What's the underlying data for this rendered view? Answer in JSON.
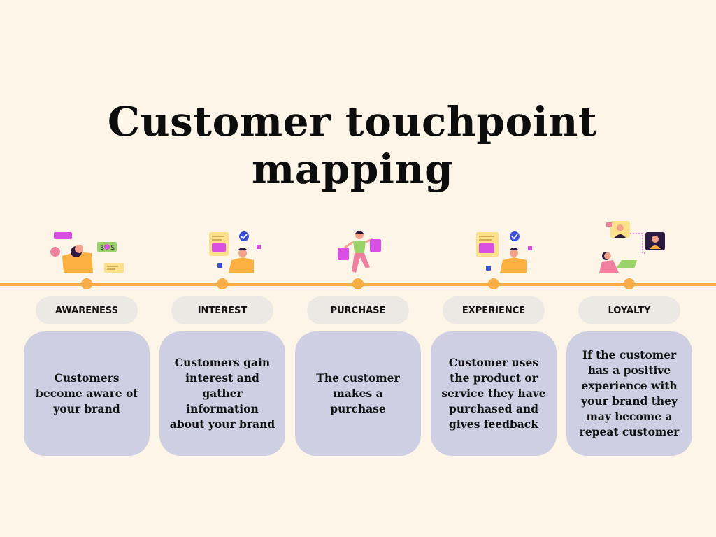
{
  "title": "Customer touchpoint mapping",
  "stages": [
    {
      "label": "AWARENESS",
      "description": "Customers become aware of your brand",
      "icon": "person-with-money-icon"
    },
    {
      "label": "INTEREST",
      "description": "Customers gain interest and gather information about your brand",
      "icon": "person-with-info-card-icon"
    },
    {
      "label": "PURCHASE",
      "description": "The customer makes a purchase",
      "icon": "person-with-shopping-bags-icon"
    },
    {
      "label": "EXPERIENCE",
      "description": "Customer uses the product or service they have purchased and gives feedback",
      "icon": "person-with-feedback-card-icon"
    },
    {
      "label": "LOYALTY",
      "description": "If the customer has a positive experience with your brand they may become a repeat customer",
      "icon": "person-with-laptop-chat-icon"
    }
  ],
  "colors": {
    "background": "#fdf5e8",
    "timeline": "#f6ad4a",
    "pill": "#ece8e3",
    "card": "#cfcfe3",
    "accent_pink": "#d94ee3",
    "accent_orange": "#fbb040"
  }
}
